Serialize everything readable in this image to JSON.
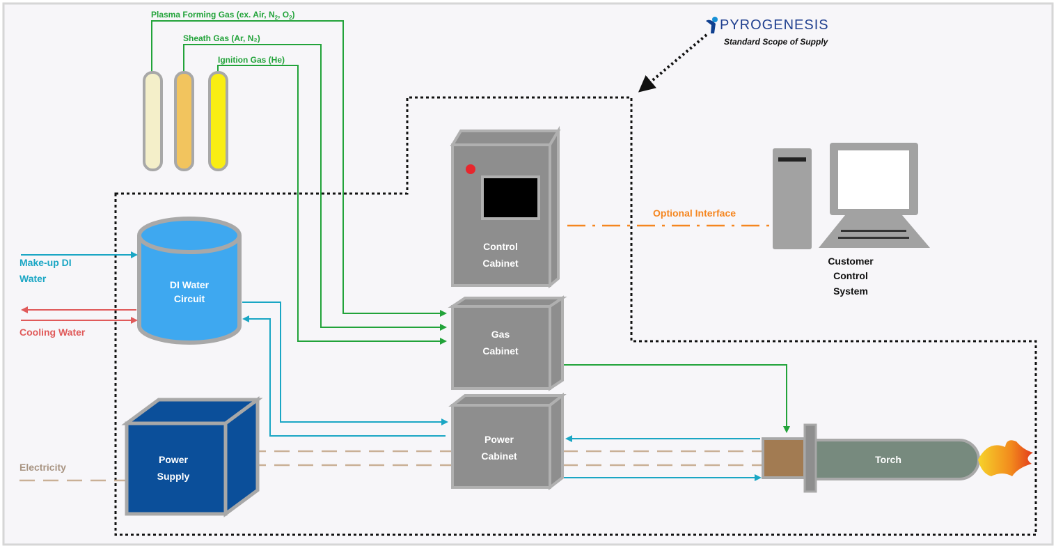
{
  "brand": {
    "logo_text": "PYROGENESIS",
    "scope_note": "Standard Scope of Supply"
  },
  "gases": {
    "plasma": "Plasma Forming Gas (ex. Air, N",
    "plasma_sub1": "2",
    "plasma_mid": ", O",
    "plasma_sub2": "2",
    "plasma_end": ")",
    "sheath": "Sheath Gas (Ar, N₂)",
    "ignition": "Ignition Gas (He)"
  },
  "inputs": {
    "makeup_line1": "Make-up DI",
    "makeup_line2": "Water",
    "cooling": "Cooling Water",
    "electricity": "Electricity"
  },
  "components": {
    "di_water_line1": "DI Water",
    "di_water_line2": "Circuit",
    "control_line1": "Control",
    "control_line2": "Cabinet",
    "gas_line1": "Gas",
    "gas_line2": "Cabinet",
    "power_cab_line1": "Power",
    "power_cab_line2": "Cabinet",
    "power_supply_line1": "Power",
    "power_supply_line2": "Supply",
    "torch": "Torch"
  },
  "customer": {
    "interface": "Optional Interface",
    "line1": "Customer",
    "line2": "Control",
    "line3": "System"
  },
  "colors": {
    "gas_green": "#22a33a",
    "water_cyan": "#1aa6c4",
    "cooling_red": "#e05a5a",
    "electric_tan": "#c9b096",
    "interface_orange": "#f5861f",
    "cabinet_gray": "#8e8e8e",
    "power_supply_blue": "#0b4f9a",
    "di_water_blue": "#3ea8f0"
  }
}
